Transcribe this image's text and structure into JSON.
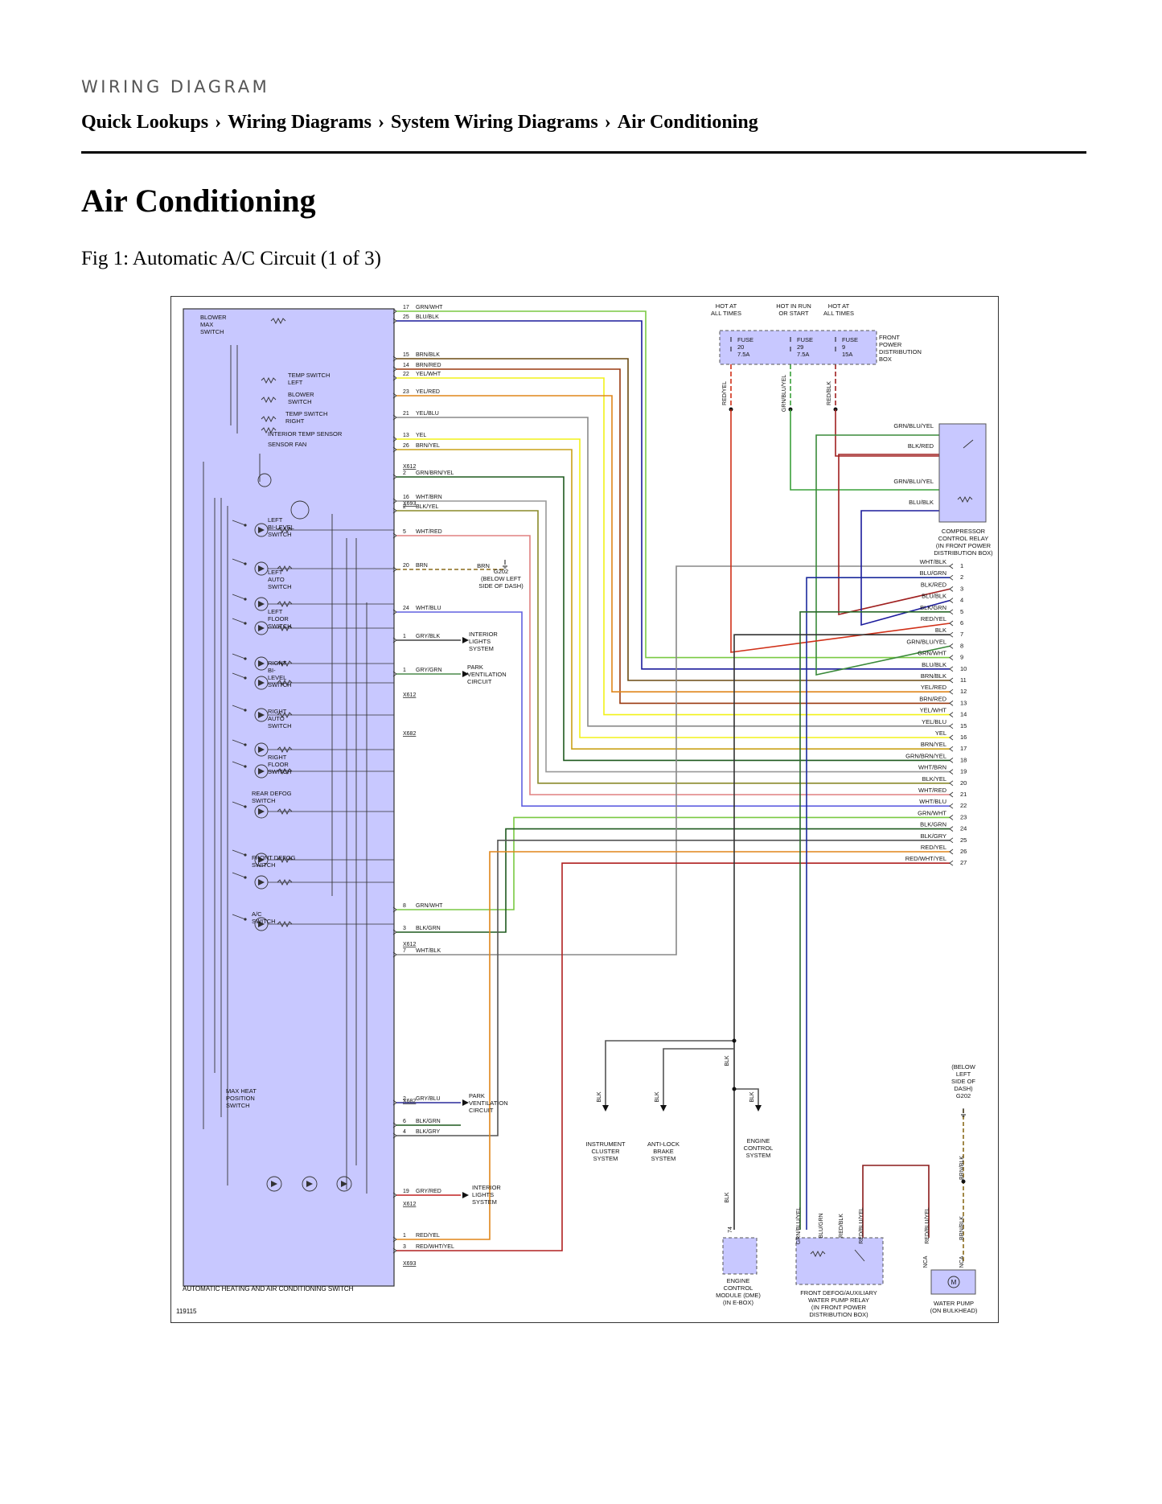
{
  "header": {
    "kicker": "WIRING DIAGRAM",
    "breadcrumb": [
      "Quick Lookups",
      "Wiring Diagrams",
      "System Wiring Diagrams",
      "Air Conditioning"
    ],
    "separator": "›"
  },
  "page_title": "Air Conditioning",
  "figure": {
    "caption": "Fig 1: Automatic A/C Circuit (1 of 3)",
    "id": "119115",
    "module_name": "AUTOMATIC HEATING AND AIR CONDITIONING SWITCH",
    "panel_color": "#c8c8ff",
    "module_labels": [
      [
        "BLOWER",
        "MAX",
        "SWITCH"
      ],
      [
        "TEMP SWITCH",
        "LEFT"
      ],
      [
        "BLOWER",
        "SWITCH"
      ],
      [
        "TEMP SWITCH",
        "RIGHT"
      ],
      [
        "INTERIOR TEMP SENSOR"
      ],
      [
        "SENSOR FAN"
      ],
      [
        "LEFT",
        "BI-LEVEL",
        "SWITCH"
      ],
      [
        "LEFT",
        "AUTO",
        "SWITCH"
      ],
      [
        "LEFT",
        "FLOOR",
        "SWITCH"
      ],
      [
        "RIGHT",
        "BI-",
        "LEVEL",
        "SWITCH"
      ],
      [
        "RIGHT",
        "AUTO",
        "SWITCH"
      ],
      [
        "RIGHT",
        "FLOOR",
        "SWITCH"
      ],
      [
        "REAR DEFOG",
        "SWITCH"
      ],
      [
        "FRONT DEFOG",
        "SWITCH"
      ],
      [
        "A/C",
        "SWITCH"
      ],
      [
        "MAX HEAT",
        "POSITION",
        "SWITCH"
      ]
    ],
    "left_pins": [
      {
        "pin": "17",
        "wire": "GRN/WHT",
        "color": "#7ac943"
      },
      {
        "pin": "25",
        "wire": "BLU/BLK",
        "color": "#1b1b9c"
      },
      {
        "pin": "15",
        "wire": "BRN/BLK",
        "color": "#6b4a12"
      },
      {
        "pin": "14",
        "wire": "BRN/RED",
        "color": "#9a3a10"
      },
      {
        "pin": "22",
        "wire": "YEL/WHT",
        "color": "#f2f21a"
      },
      {
        "pin": "23",
        "wire": "YEL/RED",
        "color": "#e0861a"
      },
      {
        "pin": "21",
        "wire": "YEL/BLU",
        "color": "#8a8a8a"
      },
      {
        "pin": "13",
        "wire": "YEL",
        "color": "#f2f21a"
      },
      {
        "pin": "26",
        "wire": "BRN/YEL",
        "color": "#c9a218"
      },
      {
        "pin": "2",
        "wire": "GRN/BRN/YEL",
        "color": "#1f5a1f"
      },
      {
        "pin": "16",
        "wire": "WHT/BRN",
        "color": "#999999"
      },
      {
        "pin": "2",
        "wire": "BLK/YEL",
        "color": "#8a8a2a"
      },
      {
        "pin": "5",
        "wire": "WHT/RED",
        "color": "#e08080"
      },
      {
        "pin": "20",
        "wire": "BRN",
        "color": "#8a6a1a"
      },
      {
        "pin": "24",
        "wire": "WHT/BLU",
        "color": "#6060e0"
      },
      {
        "pin": "1",
        "wire": "GRY/BLK",
        "color": "#444444"
      },
      {
        "pin": "1",
        "wire": "GRY/GRN",
        "color": "#4a8a4a"
      },
      {
        "pin": "8",
        "wire": "GRN/WHT",
        "color": "#7ac943"
      },
      {
        "pin": "3",
        "wire": "BLK/GRN",
        "color": "#1f5a1f"
      },
      {
        "pin": "7",
        "wire": "WHT/BLK",
        "color": "#888888"
      },
      {
        "pin": "2",
        "wire": "GRY/BLU",
        "color": "#2a2a9a"
      },
      {
        "pin": "6",
        "wire": "BLK/GRN",
        "color": "#1f5a1f"
      },
      {
        "pin": "4",
        "wire": "BLK/GRY",
        "color": "#555555"
      },
      {
        "pin": "19",
        "wire": "GRY/RED",
        "color": "#c02020"
      },
      {
        "pin": "1",
        "wire": "RED/YEL",
        "color": "#e0861a"
      },
      {
        "pin": "3",
        "wire": "RED/WHT/YEL",
        "color": "#b02020"
      }
    ],
    "connectors": [
      "X612",
      "X693",
      "X612",
      "X682",
      "X612",
      "X682",
      "X612",
      "X693"
    ],
    "ground": [
      "G202",
      "(BELOW LEFT",
      "SIDE OF DASH)"
    ],
    "ground_right": [
      "(BELOW",
      "LEFT",
      "SIDE OF",
      "DASH)",
      "G202"
    ],
    "destinations": {
      "interior_lights": [
        "INTERIOR",
        "LIGHTS",
        "SYSTEM"
      ],
      "park_vent": [
        "PARK",
        "VENTILATION",
        "CIRCUIT"
      ],
      "instrument": [
        "INSTRUMENT",
        "CLUSTER",
        "SYSTEM"
      ],
      "abs": [
        "ANTI-LOCK",
        "BRAKE",
        "SYSTEM"
      ],
      "engine": [
        "ENGINE",
        "CONTROL",
        "SYSTEM"
      ]
    },
    "fuse_headers": [
      [
        "HOT AT",
        "ALL TIMES"
      ],
      [
        "HOT IN RUN",
        "OR START"
      ],
      [
        "HOT AT",
        "ALL TIMES"
      ]
    ],
    "fuses": [
      {
        "name": "FUSE",
        "num": "20",
        "amp": "7.5A"
      },
      {
        "name": "FUSE",
        "num": "29",
        "amp": "7.5A"
      },
      {
        "name": "FUSE",
        "num": "9",
        "amp": "15A"
      }
    ],
    "fuse_box_label": [
      "FRONT",
      "POWER",
      "DISTRIBUTION",
      "BOX"
    ],
    "fuse_wires": [
      "RED/YEL",
      "GRN/BLU/YEL",
      "RED/BLK"
    ],
    "relay_wires": [
      "GRN/BLU/YEL",
      "BLK/RED",
      "GRN/BLU/YEL",
      "BLU/BLK"
    ],
    "relay_label": [
      "COMPRESSOR",
      "CONTROL RELAY",
      "(IN FRONT POWER",
      "DISTRIBUTION BOX)"
    ],
    "right_pins": [
      {
        "pin": "1",
        "wire": "WHT/BLK",
        "color": "#9a9a9a"
      },
      {
        "pin": "2",
        "wire": "BLU/GRN",
        "color": "#1b2a9c"
      },
      {
        "pin": "3",
        "wire": "BLK/RED",
        "color": "#a02020"
      },
      {
        "pin": "4",
        "wire": "BLU/BLK",
        "color": "#3a3ac0"
      },
      {
        "pin": "5",
        "wire": "BLK/GRN",
        "color": "#2a6a2a"
      },
      {
        "pin": "6",
        "wire": "RED/YEL",
        "color": "#d0301a"
      },
      {
        "pin": "7",
        "wire": "BLK",
        "color": "#333333"
      },
      {
        "pin": "8",
        "wire": "GRN/BLU/YEL",
        "color": "#3a8a3a"
      },
      {
        "pin": "9",
        "wire": "GRN/WHT",
        "color": "#7ac943"
      },
      {
        "pin": "10",
        "wire": "BLU/BLK",
        "color": "#1b1b9c"
      },
      {
        "pin": "11",
        "wire": "BRN/BLK",
        "color": "#6b4a12"
      },
      {
        "pin": "12",
        "wire": "YEL/RED",
        "color": "#e0861a"
      },
      {
        "pin": "13",
        "wire": "BRN/RED",
        "color": "#9a3a10"
      },
      {
        "pin": "14",
        "wire": "YEL/WHT",
        "color": "#f2f21a"
      },
      {
        "pin": "15",
        "wire": "YEL/BLU",
        "color": "#8a8a8a"
      },
      {
        "pin": "16",
        "wire": "YEL",
        "color": "#f2f21a"
      },
      {
        "pin": "17",
        "wire": "BRN/YEL",
        "color": "#c9a218"
      },
      {
        "pin": "18",
        "wire": "GRN/BRN/YEL",
        "color": "#1f5a1f"
      },
      {
        "pin": "19",
        "wire": "WHT/BRN",
        "color": "#999999"
      },
      {
        "pin": "20",
        "wire": "BLK/YEL",
        "color": "#8a8a2a"
      },
      {
        "pin": "21",
        "wire": "WHT/RED",
        "color": "#e08080"
      },
      {
        "pin": "22",
        "wire": "WHT/BLU",
        "color": "#6060e0"
      },
      {
        "pin": "23",
        "wire": "GRN/WHT",
        "color": "#7ac943"
      },
      {
        "pin": "24",
        "wire": "BLK/GRN",
        "color": "#1f5a1f"
      },
      {
        "pin": "25",
        "wire": "BLK/GRY",
        "color": "#555555"
      },
      {
        "pin": "26",
        "wire": "RED/YEL",
        "color": "#e0861a"
      },
      {
        "pin": "27",
        "wire": "RED/WHT/YEL",
        "color": "#b02020"
      }
    ],
    "blk_labels": [
      "BLK",
      "BLK",
      "BLK",
      "BLK",
      "BLK"
    ],
    "bottom_wires": [
      "GRN/BLU/YEL",
      "BLU/GRN",
      "RED/BLK",
      "RED/BLU/YEL",
      "RED/BLU/YEL",
      "BRN/BLK",
      "BRN/BLK"
    ],
    "pin_74": "74",
    "nca": [
      "NCA",
      "NCA"
    ],
    "ecm_label": [
      "ENGINE",
      "CONTROL",
      "MODULE (DME)",
      "(IN E-BOX)"
    ],
    "relay2_label": [
      "FRONT DEFOG/AUXILIARY",
      "WATER PUMP RELAY",
      "(IN FRONT POWER",
      "DISTRIBUTION BOX)"
    ],
    "pump_label": [
      "WATER PUMP",
      "(ON BULKHEAD)"
    ],
    "motor_symbol": "M"
  }
}
